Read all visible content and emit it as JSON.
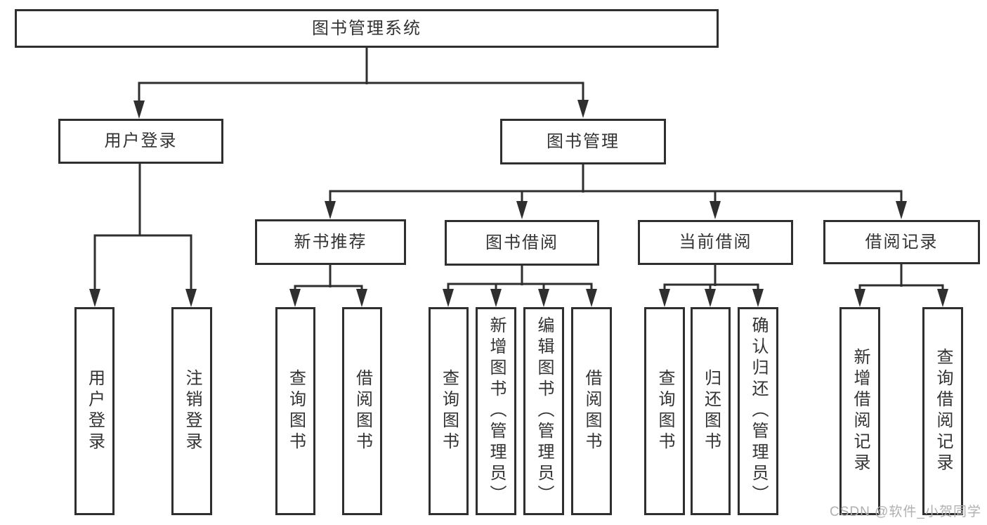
{
  "root": {
    "label": "图书管理系统"
  },
  "level1": [
    {
      "label": "用户登录"
    },
    {
      "label": "图书管理"
    }
  ],
  "level2": [
    {
      "label": "新书推荐"
    },
    {
      "label": "图书借阅"
    },
    {
      "label": "当前借阅"
    },
    {
      "label": "借阅记录"
    }
  ],
  "leaves": [
    {
      "label": "用户登录"
    },
    {
      "label": "注销登录"
    },
    {
      "label": "查询图书"
    },
    {
      "label": "借阅图书"
    },
    {
      "label": "查询图书"
    },
    {
      "label": "新增图书（管理员）"
    },
    {
      "label": "编辑图书（管理员）"
    },
    {
      "label": "借阅图书"
    },
    {
      "label": "查询图书"
    },
    {
      "label": "归还图书"
    },
    {
      "label": "确认归还（管理员）"
    },
    {
      "label": "新增借阅记录"
    },
    {
      "label": "查询借阅记录"
    }
  ],
  "watermark": "CSDN @软件_小贺同学",
  "colors": {
    "line": "#2f2f2f",
    "text": "#333333",
    "watermark": "#b0b0b0",
    "background": "#ffffff"
  },
  "tree": {
    "图书管理系统": {
      "用户登录": [
        "用户登录",
        "注销登录"
      ],
      "图书管理": {
        "新书推荐": [
          "查询图书",
          "借阅图书"
        ],
        "图书借阅": [
          "查询图书",
          "新增图书（管理员）",
          "编辑图书（管理员）",
          "借阅图书"
        ],
        "当前借阅": [
          "查询图书",
          "归还图书",
          "确认归还（管理员）"
        ],
        "借阅记录": [
          "新增借阅记录",
          "查询借阅记录"
        ]
      }
    }
  }
}
